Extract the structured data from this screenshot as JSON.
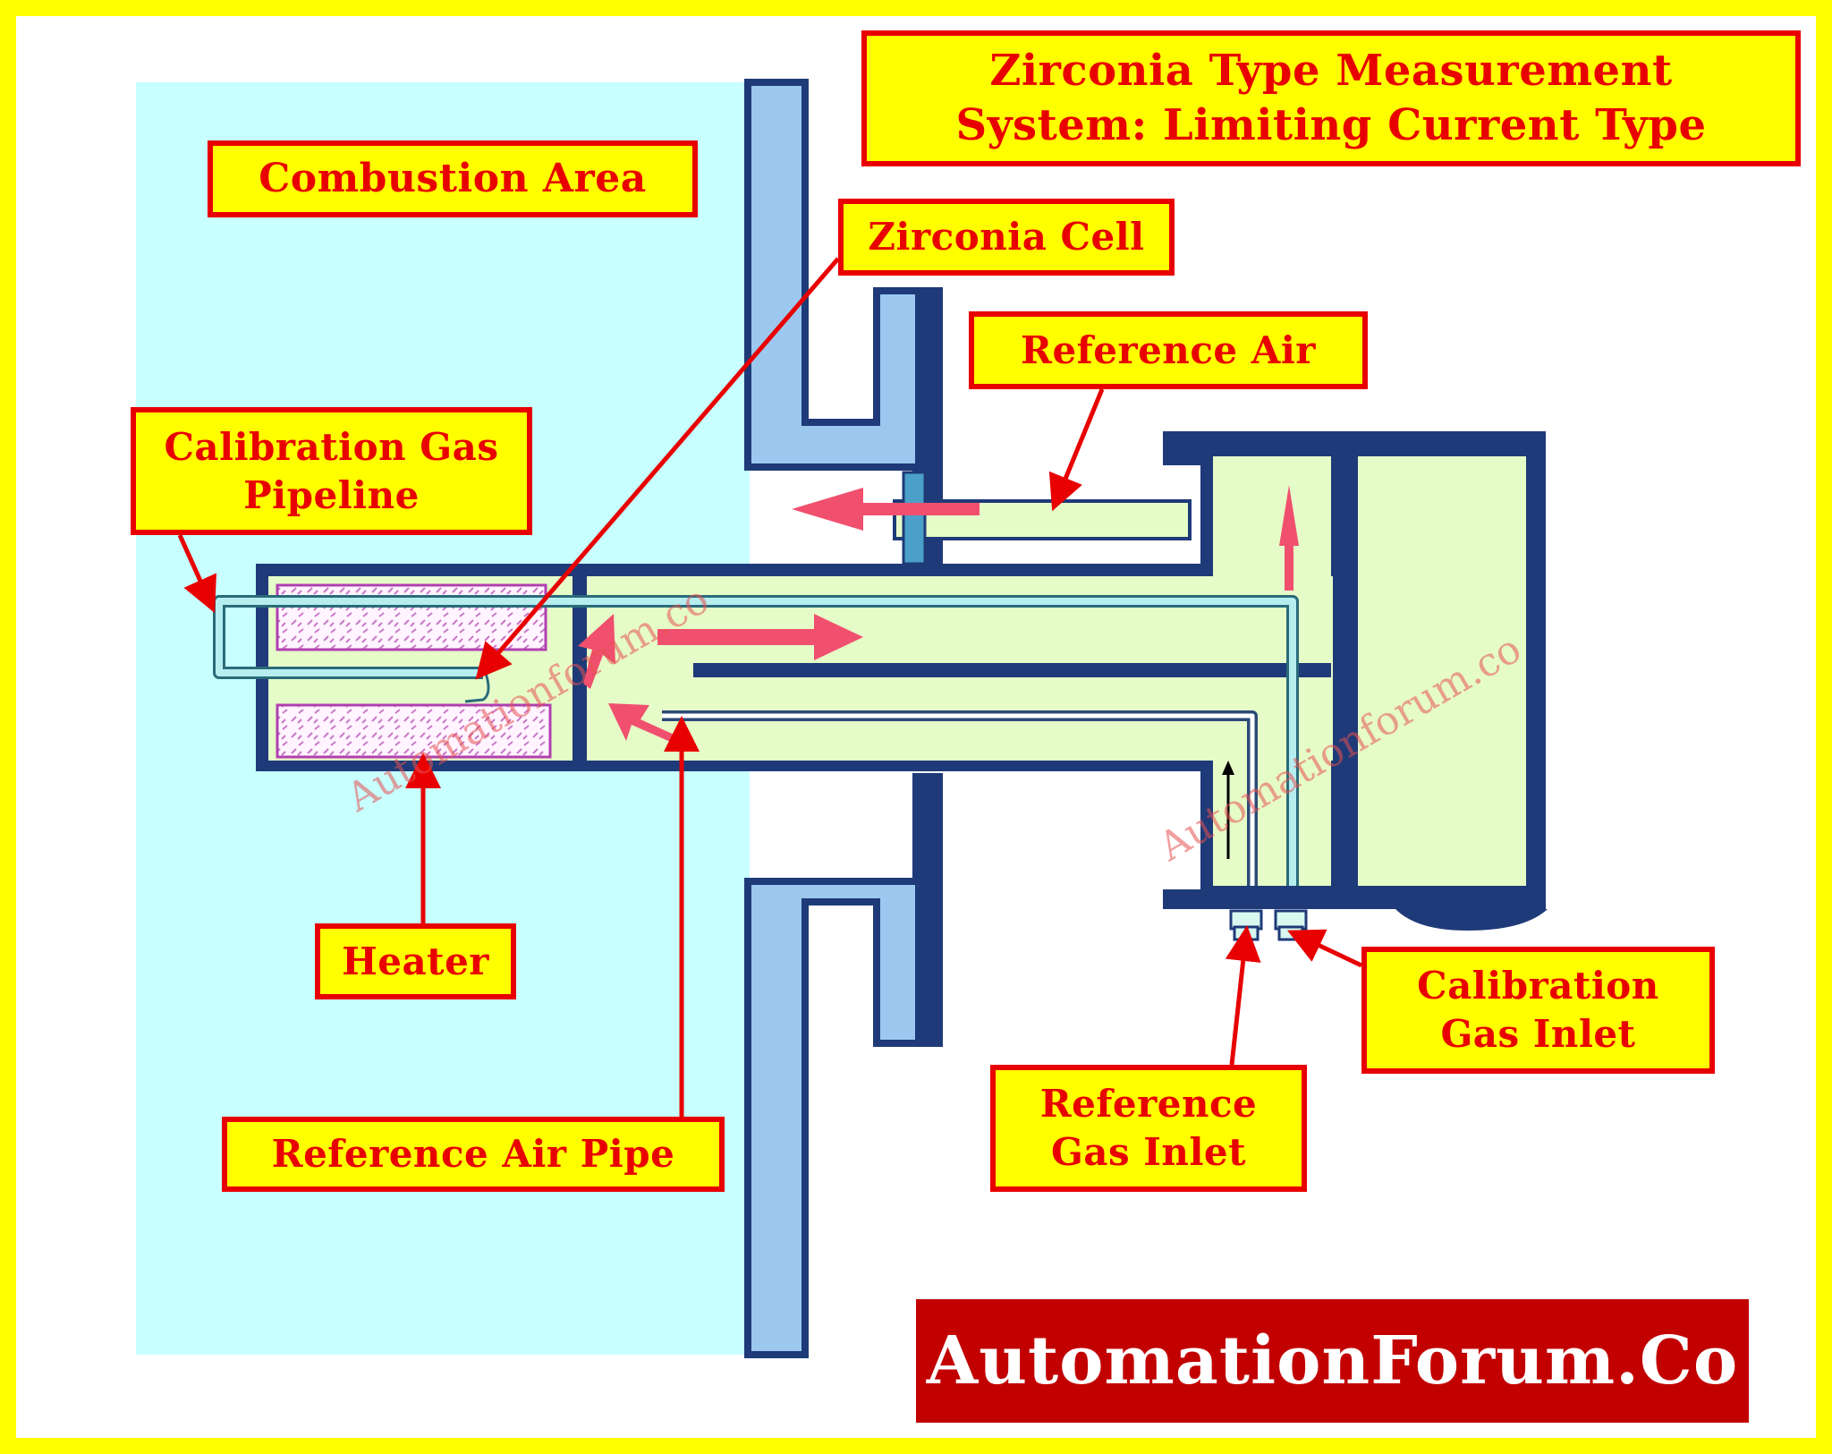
{
  "title": {
    "line1": "Zirconia Type Measurement",
    "line2": "System: Limiting Current Type"
  },
  "labels": {
    "combustion_area": "Combustion Area",
    "zirconia_cell": "Zirconia Cell",
    "reference_air": "Reference Air",
    "calibration_gas_pipeline": {
      "line1": "Calibration Gas",
      "line2": "Pipeline"
    },
    "heater": "Heater",
    "reference_air_pipe": "Reference Air Pipe",
    "reference_gas_inlet": {
      "line1": "Reference",
      "line2": "Gas Inlet"
    },
    "calibration_gas_inlet": {
      "line1": "Calibration",
      "line2": "Gas Inlet"
    }
  },
  "watermark": "Automationforum.co",
  "brand": "AutomationForum.Co",
  "colors": {
    "frame": "#ffff00",
    "label_fill": "#ffff00",
    "label_text": "#e80000",
    "combustion_area": "#c8ffff",
    "wall": "#9cc8f0",
    "probe_body": "#1e3a78",
    "probe_interior": "#e6fcc8",
    "flow_arrow": "#f0506e",
    "brand_bg": "#c20000"
  }
}
